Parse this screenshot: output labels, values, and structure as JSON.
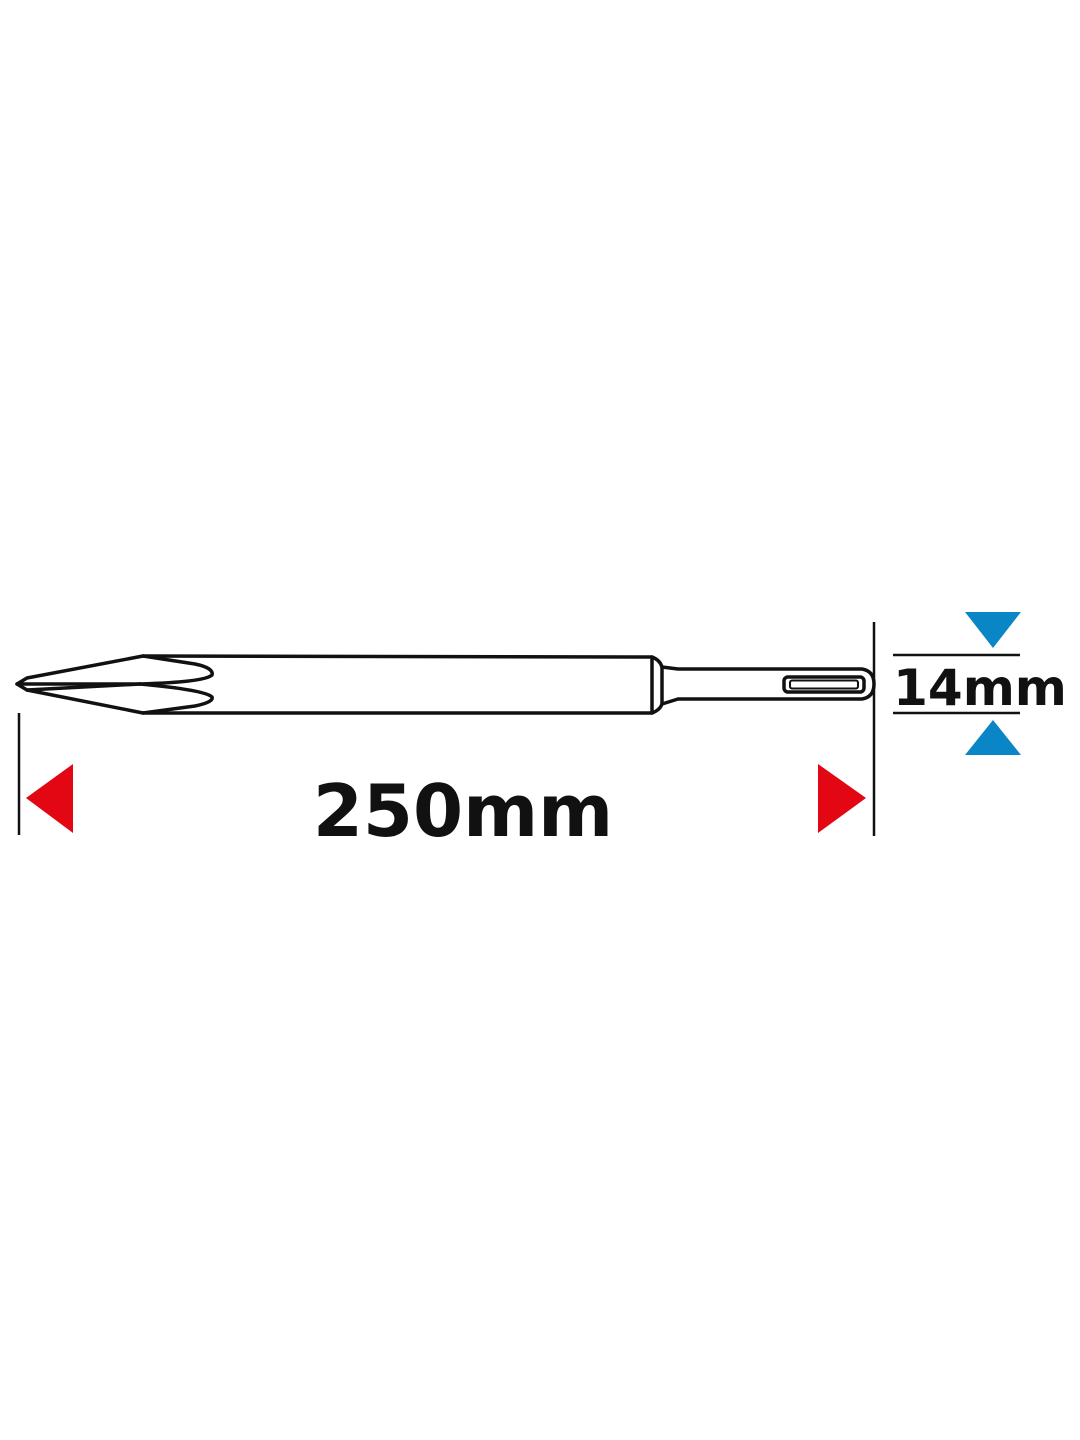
{
  "diagram": {
    "length_label": "250mm",
    "diameter_label": "14mm"
  },
  "colors": {
    "outline": "#111111",
    "length_arrow": "#e30613",
    "diameter_arrow": "#0a86c6",
    "background": "#ffffff"
  },
  "icons": {
    "tool": "pointed-chisel-icon",
    "length_arrows": "red-triangle-arrow",
    "diameter_arrows": "blue-triangle-arrow"
  }
}
